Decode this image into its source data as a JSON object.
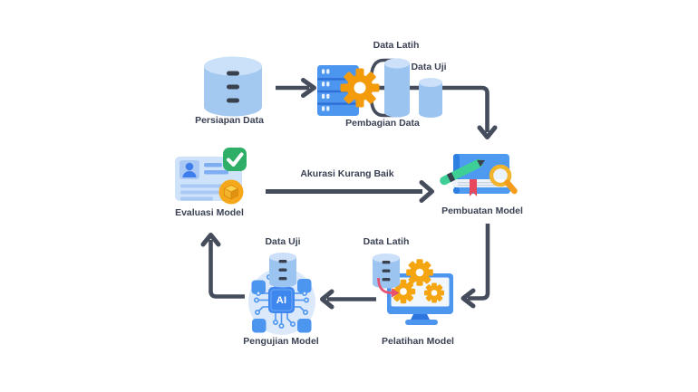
{
  "diagram": {
    "background_color": "#ffffff",
    "arrow_color": "#454d5c",
    "text_color": "#3a4153",
    "palette": {
      "blue": "#4d96f0",
      "blue_dark": "#2e76df",
      "blue_light": "#a9ccf2",
      "gear_orange": "#f5a50f",
      "badge_green": "#2fae68",
      "pen_green": "#3ecf96",
      "bookmark_red": "#e8485c",
      "data_arrow_pink": "#e8516f"
    },
    "nodes": {
      "persiapan": {
        "label": "Persiapan Data",
        "icon": "database-icon"
      },
      "pembagian": {
        "label": "Pembagian Data",
        "icon": "server-gear-icon"
      },
      "data_latih_split": {
        "label": "Data Latih",
        "icon": "disk-stack-icon"
      },
      "data_uji_split": {
        "label": "Data Uji",
        "icon": "disk-stack-icon"
      },
      "pembuatan": {
        "label": "Pembuatan Model",
        "icon": "book-pen-magnifier-icon"
      },
      "evaluasi": {
        "label": "Evaluasi Model",
        "icon": "id-card-check-icon"
      },
      "pengujian": {
        "label": "Pengujian Model",
        "icon": "ai-chip-icon",
        "input_label": "Data Uji"
      },
      "pelatihan": {
        "label": "Pelatihan Model",
        "icon": "monitor-gears-icon",
        "input_label": "Data Latih"
      }
    },
    "edges": [
      {
        "from": "persiapan",
        "to": "pembagian",
        "label": ""
      },
      {
        "from": "pembagian",
        "to": "data_latih_split",
        "label": ""
      },
      {
        "from": "pembagian",
        "to": "data_uji_split",
        "label": ""
      },
      {
        "from": "data_split",
        "to": "pembuatan",
        "label": ""
      },
      {
        "from": "pembuatan",
        "to": "pelatihan",
        "label": ""
      },
      {
        "from": "pelatihan",
        "to": "pengujian",
        "label": ""
      },
      {
        "from": "pengujian",
        "to": "evaluasi",
        "label": ""
      },
      {
        "from": "evaluasi",
        "to": "pembuatan",
        "label": "Akurasi Kurang Baik"
      }
    ],
    "chip_text": "AI"
  }
}
